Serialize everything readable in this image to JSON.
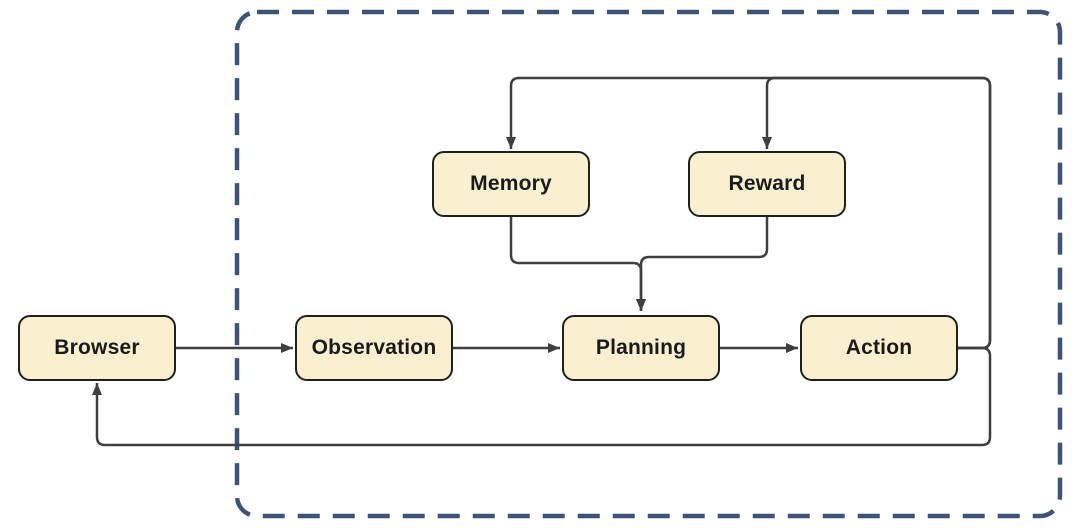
{
  "nodes": [
    {
      "id": "browser",
      "label": "Browser"
    },
    {
      "id": "observation",
      "label": "Observation"
    },
    {
      "id": "planning",
      "label": "Planning"
    },
    {
      "id": "action",
      "label": "Action"
    },
    {
      "id": "memory",
      "label": "Memory"
    },
    {
      "id": "reward",
      "label": "Reward"
    }
  ],
  "edges": [
    {
      "from": "Browser",
      "to": "Observation"
    },
    {
      "from": "Observation",
      "to": "Planning"
    },
    {
      "from": "Planning",
      "to": "Action"
    },
    {
      "from": "Action",
      "to": "Memory"
    },
    {
      "from": "Action",
      "to": "Reward"
    },
    {
      "from": "Action",
      "to": "Browser"
    },
    {
      "from": "Memory",
      "to": "Planning"
    },
    {
      "from": "Reward",
      "to": "Planning"
    }
  ],
  "boundary": {
    "description": "dashed rounded rectangle enclosing all nodes except Browser"
  },
  "colors": {
    "node_fill": "#faf0cf",
    "node_border": "#1f1f1f",
    "edge": "#3f3f3f",
    "boundary": "#3c5478",
    "text": "#1a1a1a",
    "background": "#ffffff"
  }
}
